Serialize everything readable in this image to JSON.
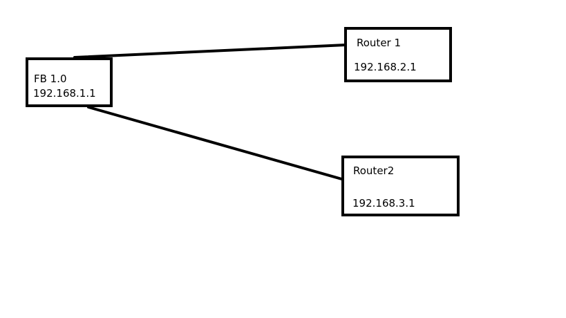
{
  "diagram": {
    "line_color": "#000000",
    "nodes": [
      {
        "id": "fb",
        "label": "FB 1.0",
        "ip": "192.168.1.1"
      },
      {
        "id": "router1",
        "label": "Router 1",
        "ip": "192.168.2.1"
      },
      {
        "id": "router2",
        "label": "Router2",
        "ip": "192.168.3.1"
      }
    ],
    "edges": [
      {
        "from": "fb",
        "to": "router1"
      },
      {
        "from": "fb",
        "to": "router2"
      }
    ]
  }
}
